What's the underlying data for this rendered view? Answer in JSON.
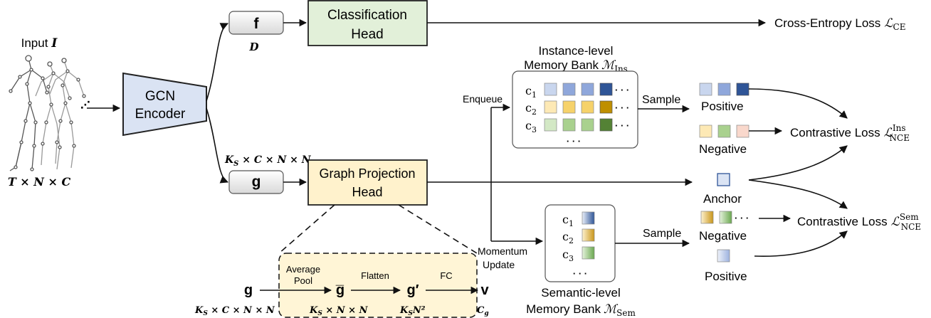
{
  "input": {
    "label": "Input",
    "symbol": "I",
    "dims": "T × N × C"
  },
  "encoder": {
    "line1": "GCN",
    "line2": "Encoder"
  },
  "f_box": {
    "label": "f",
    "dim": "D"
  },
  "classification_head": {
    "line1": "Classification",
    "line2": "Head"
  },
  "ce_loss": {
    "text": "Cross-Entropy Loss",
    "symbol": "ℒ",
    "sub": "CE"
  },
  "g_box": {
    "label": "g",
    "dim_main": "K",
    "dim_sub": "S",
    "dim_rest": " × C × N × N"
  },
  "graph_projection_head": {
    "line1": "Graph Projection",
    "line2": "Head"
  },
  "instance_bank": {
    "title1": "Instance-level",
    "title2": "Memory Bank",
    "symbol": "ℳ",
    "sub": "Ins",
    "rows": [
      {
        "c": "c",
        "i": "1"
      },
      {
        "c": "c",
        "i": "2"
      },
      {
        "c": "c",
        "i": "3"
      }
    ],
    "dots": "· · ·",
    "vdots": "· · ·"
  },
  "semantic_bank": {
    "title1": "Semantic-level",
    "title2": "Memory Bank",
    "symbol": "ℳ",
    "sub": "Sem",
    "rows": [
      {
        "c": "c",
        "i": "1"
      },
      {
        "c": "c",
        "i": "2"
      },
      {
        "c": "c",
        "i": "3"
      }
    ],
    "vdots": "· · ·"
  },
  "labels": {
    "enqueue": "Enqueue",
    "momentum1": "Momentum",
    "momentum2": "Update",
    "sample_top": "Sample",
    "sample_bottom": "Sample",
    "positive_top": "Positive",
    "negative_top": "Negative",
    "anchor": "Anchor",
    "negative_bottom": "Negative",
    "positive_bottom": "Positive",
    "neg_dots": "· · ·"
  },
  "contrastive_ins": {
    "text": "Contrastive Loss",
    "symbol": "ℒ",
    "sup": "Ins",
    "sub": "NCE"
  },
  "contrastive_sem": {
    "text": "Contrastive Loss",
    "symbol": "ℒ",
    "sup": "Sem",
    "sub": "NCE"
  },
  "detail": {
    "g_in": "g",
    "g_in_dim": "K",
    "g_in_dim_sub": "S",
    "g_in_dim_rest": " × C × N × N",
    "avg_pool1": "Average",
    "avg_pool2": "Pool",
    "g_bar": "g̅",
    "g_bar_dim": "K",
    "g_bar_dim_sub": "S",
    "g_bar_dim_rest": " × N × N",
    "flatten": "Flatten",
    "g_prime": "g′",
    "g_prime_dim": "K",
    "g_prime_dim_sub": "S",
    "g_prime_dim_rest": "N²",
    "fc": "FC",
    "v": "v",
    "c_g": "C",
    "c_g_sub": "g"
  },
  "colors": {
    "blue": "#8fa7db",
    "dark_blue": "#2f5597",
    "light_blue": "#c9d6ee",
    "yellow": "#f6d26a",
    "dark_yellow": "#bf8f00",
    "light_yellow": "#fde9b5",
    "green": "#a9d18e",
    "dark_green": "#548235",
    "light_green": "#d3e8c5",
    "pink": "#f9d8cc",
    "encoder_fill": "#dae3f3",
    "cls_fill": "#e2f0d9",
    "gph_fill": "#fff2cc",
    "detail_fill": "#fff5d6"
  }
}
